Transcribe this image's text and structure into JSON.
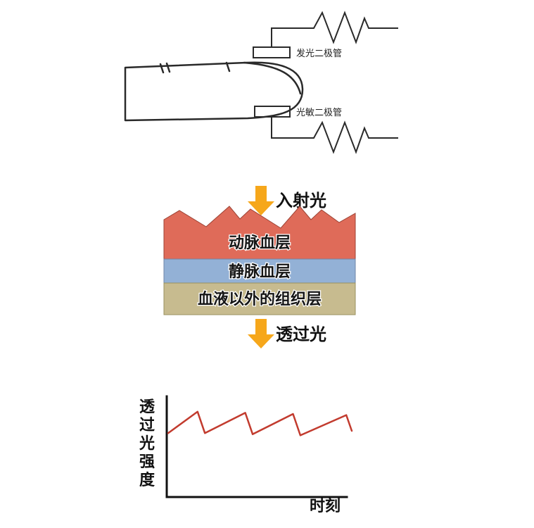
{
  "sensor_diagram": {
    "led_label": "发光二极管",
    "photodiode_label": "光敏二极管"
  },
  "absorption_diagram": {
    "incident_light_label": "入射光",
    "transmitted_light_label": "透过光",
    "arrow_color": "#f6a71b",
    "layers": [
      {
        "label": "动脉血层",
        "color": "#df6b59"
      },
      {
        "label": "静脉血层",
        "color": "#93b1d6"
      },
      {
        "label": "血液以外的组织层",
        "color": "#c7bb8f"
      }
    ]
  },
  "chart_data": {
    "type": "line",
    "title": "",
    "xlabel": "时刻",
    "ylabel": "透过光强度",
    "line_color": "#c23b2e",
    "x_range": [
      0,
      10
    ],
    "y_range": [
      0,
      10
    ],
    "grid": false,
    "legend": false,
    "points": [
      [
        0,
        6.3
      ],
      [
        1.6,
        8.2
      ],
      [
        2.0,
        6.3
      ],
      [
        4.2,
        8.1
      ],
      [
        4.6,
        6.2
      ],
      [
        6.8,
        8.0
      ],
      [
        7.2,
        6.1
      ],
      [
        9.7,
        7.9
      ],
      [
        10,
        6.5
      ]
    ]
  }
}
